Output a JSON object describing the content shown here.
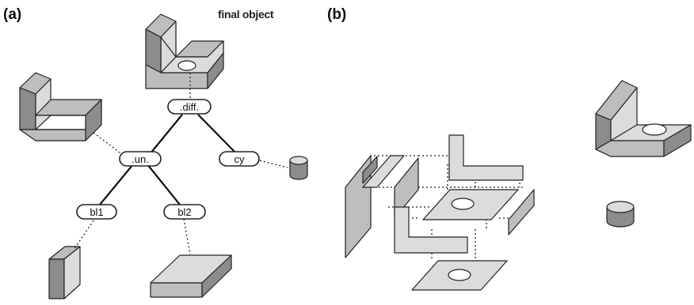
{
  "panels": {
    "a": "(a)",
    "b": "(b)"
  },
  "caption": "final object",
  "tree": {
    "root": ".diff.",
    "union": ".un.",
    "cylinder": "cy",
    "block1": "bl1",
    "block2": "bl2"
  }
}
